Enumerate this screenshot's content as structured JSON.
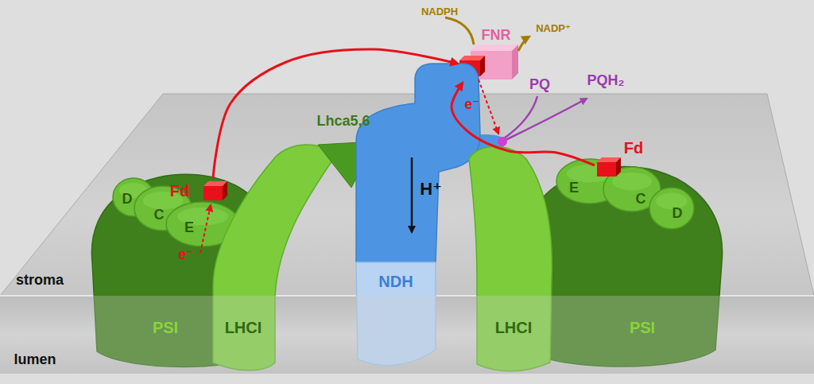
{
  "diagram": {
    "nodes": [
      {
        "text": [
          "FNR"
        ]
      },
      {
        "text": [
          "PSI"
        ]
      },
      {
        "text": [
          "D"
        ],
        "in": 1
      },
      {
        "text": [
          "C"
        ],
        "in": 1
      },
      {
        "text": [
          "E"
        ],
        "in": 1
      },
      {
        "text": [
          "Fd"
        ],
        "in": 1
      },
      {
        "text": [
          "LHCI"
        ]
      },
      {
        "text": [
          "Lhca5,6"
        ]
      },
      {
        "text": [
          "H⁺",
          "NDH"
        ]
      },
      {
        "text": [
          "LHCI"
        ]
      },
      {
        "text": [
          "PSI"
        ]
      },
      {
        "text": [
          "E"
        ],
        "in": 10
      },
      {
        "text": [
          "C"
        ],
        "in": 10
      },
      {
        "text": [
          "D"
        ],
        "in": 10
      },
      {
        "text": [
          "Fd"
        ],
        "in": 10
      }
    ],
    "edges": [
      {
        "from": 5,
        "to": 0,
        "arrow": "to"
      },
      {
        "from": 14,
        "to": 0,
        "arrow": "to"
      }
    ],
    "labels": [
      "NADPH",
      "NADP⁺",
      "PQ",
      "PQH₂",
      "e⁻",
      "e⁻",
      "stroma",
      "lumen"
    ]
  }
}
